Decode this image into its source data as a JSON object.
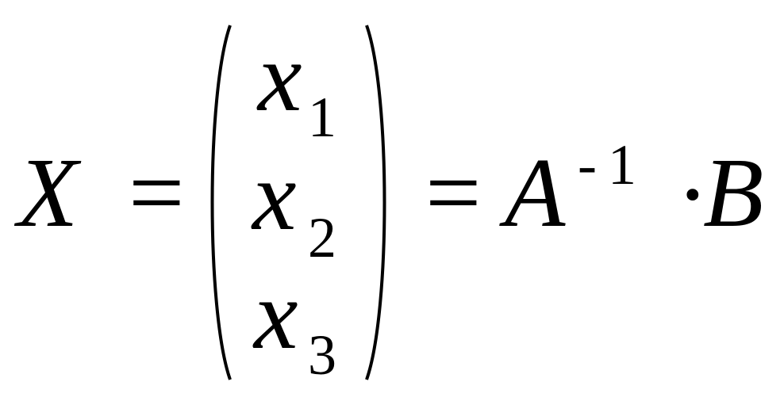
{
  "equation": {
    "lhs": "X",
    "equals": "=",
    "vector": [
      {
        "var": "x",
        "index": "1"
      },
      {
        "var": "x",
        "index": "2"
      },
      {
        "var": "x",
        "index": "3"
      }
    ],
    "rhs_matrix": "A",
    "rhs_exponent_sign": "-",
    "rhs_exponent_value": "1",
    "dot": "·",
    "rhs_vector": "B"
  }
}
